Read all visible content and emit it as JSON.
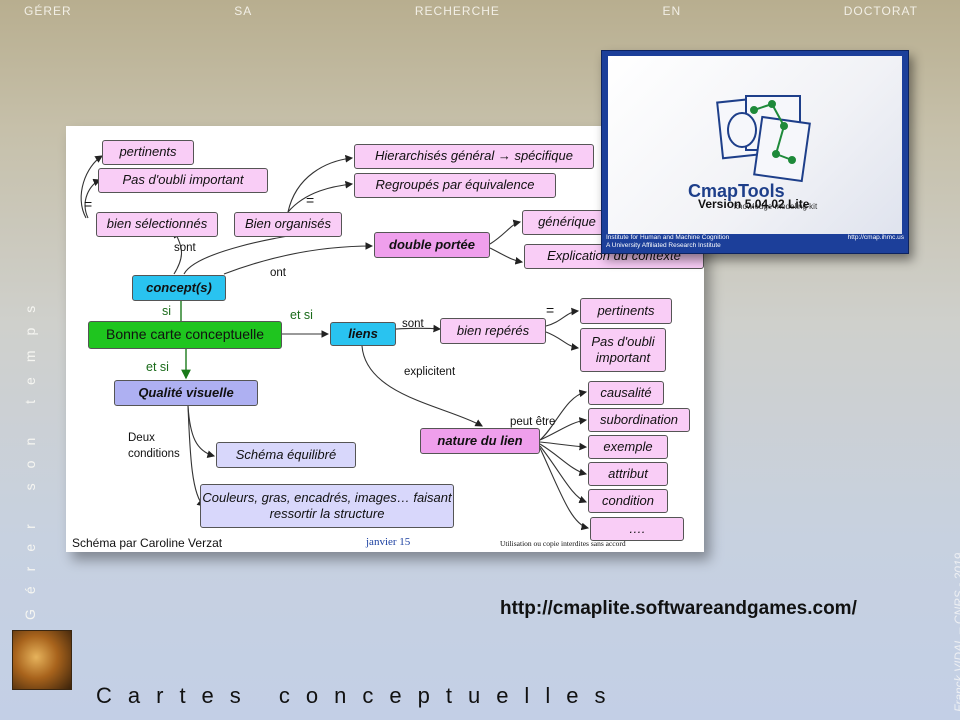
{
  "header": {
    "words": [
      "GÉRER",
      "SA",
      "RECHERCHE",
      "EN",
      "DOCTORAT"
    ]
  },
  "side_text": "Gérer son temps",
  "credit": "Franck VIDAL – CNRS - 2019",
  "footer_title": "Cartes conceptuelles",
  "url": "http://cmaplite.softwareandgames.com/",
  "splash": {
    "logo": "CmapTools",
    "tagline": "knowledge modeling kit",
    "version": "Version 5.04.02 Lite",
    "institute_line1": "Institute for Human and Machine Cognition",
    "institute_line2": "A University Affiliated Research Institute",
    "site": "http://cmap.ihmc.us"
  },
  "map": {
    "nodes": {
      "pertinents1": "pertinents",
      "pas_oubli1": "Pas d'oubli important",
      "bien_selectionnes": "bien sélectionnés",
      "bien_organises": "Bien organisés",
      "hierarchises": "Hierarchisés général → spécifique",
      "regroupes": "Regroupés par équivalence",
      "double_portee": "double portée",
      "generique": "générique",
      "explication": "Explication du contexte",
      "concepts": "concept(s)",
      "bonne_carte": "Bonne carte conceptuelle",
      "liens": "liens",
      "bien_reperes": "bien repérés",
      "pertinents2": "pertinents",
      "pas_oubli2": "Pas d'oubli important",
      "qualite_visuelle": "Qualité visuelle",
      "schema_equilibre": "Schéma équilibré",
      "couleurs": "Couleurs, gras, encadrés, images… faisant ressortir la structure",
      "nature_lien": "nature du lien",
      "causalite": "causalité",
      "subordination": "subordination",
      "exemple": "exemple",
      "attribut": "attribut",
      "condition": "condition",
      "etc": "…."
    },
    "labels": {
      "sont1": "sont",
      "ont": "ont",
      "si": "si",
      "et_si1": "et si",
      "et_si2": "et si",
      "sont2": "sont",
      "explicitent": "explicitent",
      "peut_etre": "peut être",
      "deux_conditions": "Deux conditions",
      "eq1": "=",
      "eq2": "=",
      "eq3": "="
    },
    "footer_left": "Schéma par Caroline Verzat",
    "footer_mid": "janvier 15",
    "footer_right": "Utilisation ou copie interdites sans accord"
  }
}
